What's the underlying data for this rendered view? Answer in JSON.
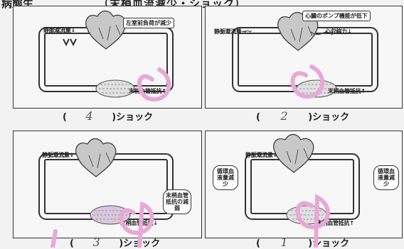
{
  "header": {
    "left": "病態生",
    "center": "（末梢血流減少・ショック）"
  },
  "panels": [
    {
      "venous_return": "静脈還流量",
      "venous_arrow": "↓",
      "callout": "左室前負荷が減少",
      "resistance": "末梢血管抵抗",
      "resistance_arrow": "↑",
      "paren_open": "(",
      "answer": "4",
      "paren_close": ")",
      "shock": "ショック"
    },
    {
      "venous_return": "静脈還流量",
      "venous_arrow": "→～",
      "callout": "心臓のポンプ機能が低下",
      "contractility": "心収縮力",
      "contractility_arrow": "↓",
      "resistance": "末梢血管抵抗",
      "resistance_arrow": "↑",
      "paren_open": "(",
      "answer": "2",
      "paren_close": ")",
      "shock": "ショック"
    },
    {
      "venous_return": "静脈還流量",
      "venous_arrow": "↓",
      "callout": "末梢血管抵抗の減弱",
      "resistance": "末梢血管抵抗",
      "resistance_arrow": "↓",
      "paren_open": "(",
      "answer": "3",
      "paren_close": ")",
      "shock": "ショック"
    },
    {
      "venous_return": "静脈還流量",
      "venous_arrow": "↓",
      "left_callout": "循環血液量減少",
      "right_callout": "循環血液量減少",
      "resistance": "末梢血管抵抗",
      "resistance_arrow": "↑",
      "paren_open": "(",
      "answer": "1",
      "paren_close": ")",
      "shock": "ショック"
    }
  ]
}
